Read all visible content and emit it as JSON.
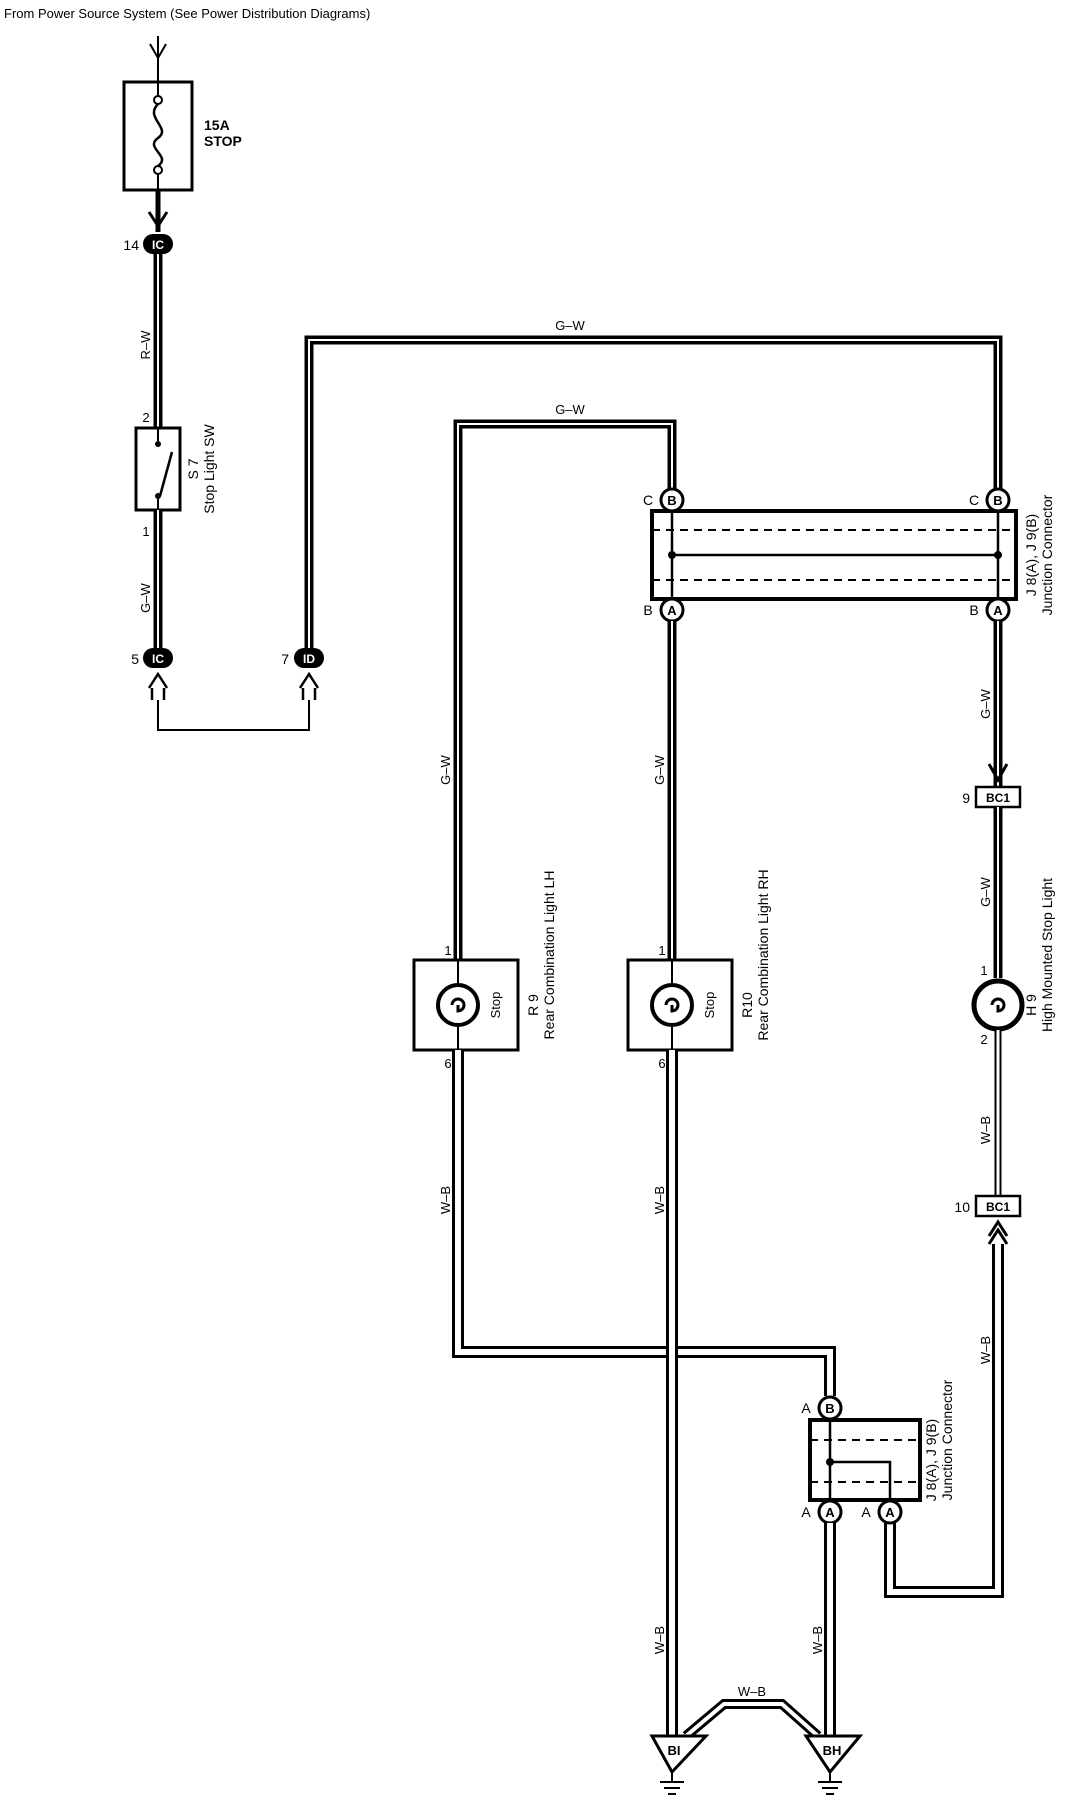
{
  "header": {
    "source_label": "From Power Source System (See Power Distribution Diagrams)"
  },
  "fuse": {
    "rating": "15A",
    "name": "STOP"
  },
  "connectors": {
    "ic_top_pin": "14",
    "ic_top_id": "IC",
    "ic_bottom_pin": "5",
    "ic_bottom_id": "IC",
    "id_pin": "7",
    "id_id": "ID",
    "bc1_upper_pin": "9",
    "bc1_upper_id": "BC1",
    "bc1_lower_pin": "10",
    "bc1_lower_id": "BC1"
  },
  "wires": {
    "r_w": "R–W",
    "g_w_a": "G–W",
    "g_w_b": "G–W",
    "g_w_c": "G–W",
    "g_w_d": "G–W",
    "g_w_e": "G–W",
    "g_w_f": "G–W",
    "g_w_g": "G–W",
    "w_b_a": "W–B",
    "w_b_b": "W–B",
    "w_b_c": "W–B",
    "w_b_d": "W–B",
    "w_b_e": "W–B",
    "w_b_f": "W–B",
    "w_b_g": "W–B"
  },
  "stop_light_sw": {
    "pin_top": "2",
    "pin_bottom": "1",
    "code": "S 7",
    "name": "Stop Light SW"
  },
  "junction_top": {
    "left_top_letter": "C",
    "left_top_circle": "B",
    "right_top_letter": "C",
    "right_top_circle": "B",
    "left_bottom_letter": "B",
    "left_bottom_circle": "A",
    "right_bottom_letter": "B",
    "right_bottom_circle": "A",
    "code": "J 8(A), J 9(B)",
    "name": "Junction Connector"
  },
  "junction_bottom": {
    "top_letter": "A",
    "top_circle": "B",
    "left_letter": "A",
    "left_circle": "A",
    "right_letter": "A",
    "right_circle": "A",
    "code": "J 8(A), J 9(B)",
    "name": "Junction Connector"
  },
  "lamps": {
    "lh": {
      "pin_in": "1",
      "pin_out": "6",
      "label": "Stop",
      "code": "R 9",
      "name": "Rear Combination Light LH"
    },
    "rh": {
      "pin_in": "1",
      "pin_out": "6",
      "label": "Stop",
      "code": "R10",
      "name": "Rear Combination Light RH"
    },
    "hm": {
      "pin_in": "1",
      "pin_out": "2",
      "code": "H 9",
      "name": "High Mounted Stop Light"
    }
  },
  "grounds": {
    "left": "BI",
    "right": "BH"
  }
}
